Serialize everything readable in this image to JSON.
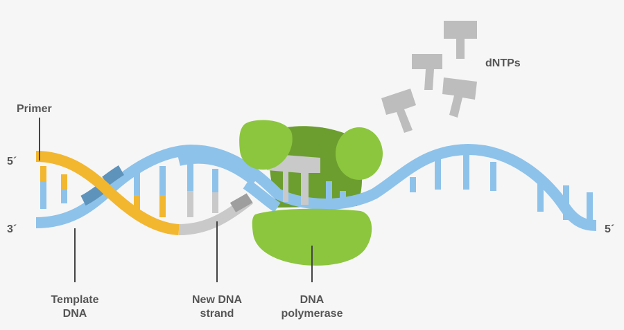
{
  "labels": {
    "primer": "Primer",
    "five_prime_left": "5´",
    "three_prime_left": "3´",
    "five_prime_right": "5´",
    "template_line1": "Template",
    "template_line2": "DNA",
    "new_strand_line1": "New DNA",
    "new_strand_line2": "strand",
    "polymerase_line1": "DNA",
    "polymerase_line2": "polymerase",
    "dntps": "dNTPs"
  },
  "colors": {
    "template_strand": "#8dc2ea",
    "template_strand_dark": "#5e93bc",
    "primer": "#f2b72f",
    "new_strand": "#c9c9c9",
    "polymerase": "#8cc63e",
    "polymerase_core": "#6c9e2f",
    "dntp": "#bdbdbd",
    "text": "#555555"
  }
}
